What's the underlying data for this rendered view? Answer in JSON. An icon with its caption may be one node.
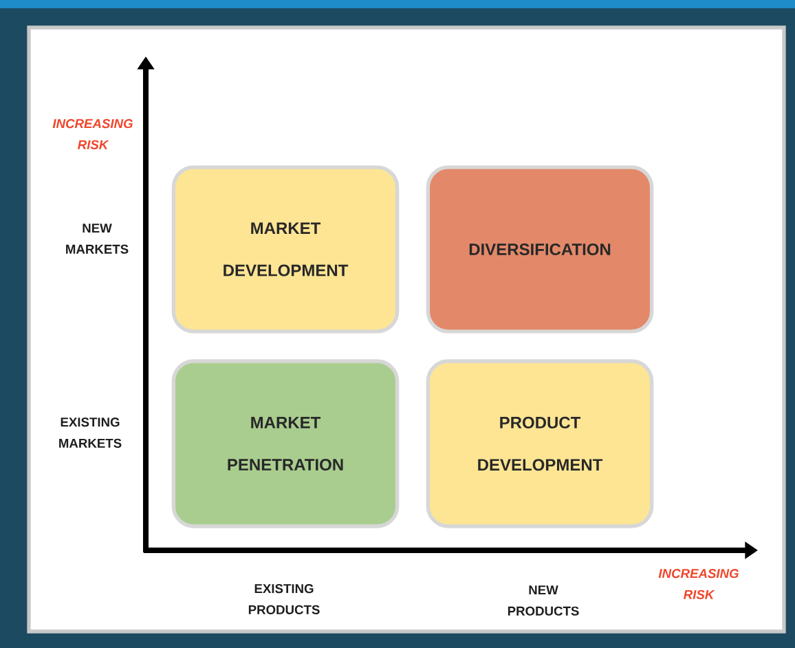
{
  "diagram": {
    "nodes": [
      {
        "text": [
          "MARKET DEVELOPMENT"
        ]
      },
      {
        "text": [
          "DIVERSIFICATION"
        ]
      },
      {
        "text": [
          "MARKET PENETRATION"
        ]
      },
      {
        "text": [
          "PRODUCT DEVELOPMENT"
        ]
      }
    ],
    "labels": [
      "INCREASING RISK",
      "NEW MARKETS",
      "EXISTING MARKETS",
      "EXISTING PRODUCTS",
      "NEW PRODUCTS",
      "INCREASING RISK"
    ]
  }
}
